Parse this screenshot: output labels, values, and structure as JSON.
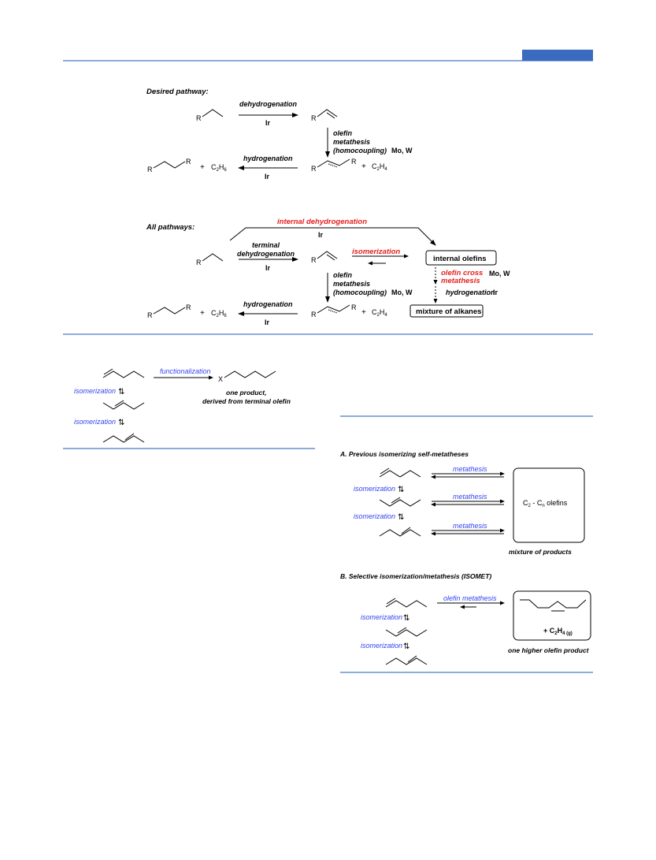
{
  "scheme1": {
    "desired_label": "Desired pathway:",
    "dehydrogenation": "dehydrogenation",
    "ir": "Ir",
    "olefin": "olefin",
    "metathesis": "metathesis",
    "homocoupling": "(homocoupling)",
    "mo_w": "Mo, W",
    "hydrogenation": "hydrogenation",
    "r": "R",
    "plus": "+",
    "c2h6_main": "C",
    "c2h6_sub1": "2",
    "c2h6_mid": "H",
    "c2h6_sub2": "6",
    "c2h4_main": "C",
    "c2h4_sub1": "2",
    "c2h4_mid": "H",
    "c2h4_sub2": "4",
    "all_label": "All pathways:",
    "internal_dehydrogenation": "internal dehydrogenation",
    "terminal": "terminal",
    "isomerization": "isomerization",
    "internal_olefins": "internal olefins",
    "olefin_cross": "olefin cross",
    "metathesis_red": "metathesis",
    "mixture_alkanes": "mixture of alkanes"
  },
  "scheme2": {
    "functionalization": "functionalization",
    "isomerization": "isomerization",
    "x": "X",
    "one_product": "one product,",
    "derived": "derived from terminal olefin"
  },
  "scheme3": {
    "title_a": "A. Previous isomerizing self-metatheses",
    "metathesis": "metathesis",
    "isomerization": "isomerization",
    "c2cn_a": "C",
    "c2cn_s1": "2",
    "c2cn_b": " - C",
    "c2cn_s2": "n",
    "c2cn_c": " olefins",
    "mixture_products": "mixture of products",
    "title_b": "B. Selective isomerization/metathesis (ISOMET)",
    "olefin_metathesis": "olefin metathesis",
    "c2h4g_plus": "+ C",
    "c2h4g_s1": "2",
    "c2h4g_h": "H",
    "c2h4g_s2": "4 (g)",
    "one_higher": "one higher olefin product"
  },
  "colors": {
    "rule": "#4a79c4",
    "header_block": "#3a6bbf",
    "blue_text": "#3344ee",
    "red_text": "#e61e1e"
  }
}
